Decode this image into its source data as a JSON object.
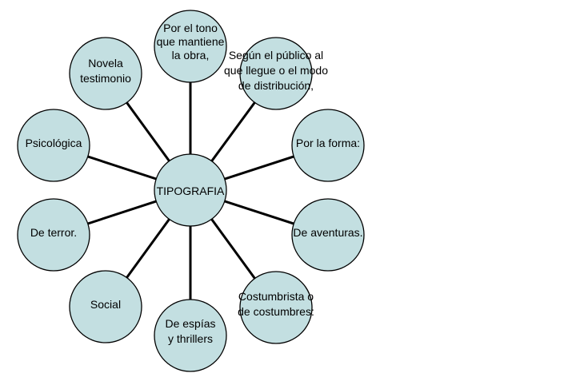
{
  "diagram": {
    "type": "radial-concept-map",
    "colors": {
      "node_fill": "#c3dfe1",
      "node_stroke": "#000000",
      "connector": "#000000",
      "text": "#000000"
    },
    "center": {
      "id": "center",
      "lines": [
        "TIPOGRAFIA"
      ]
    },
    "nodes": [
      {
        "id": "tono",
        "lines": [
          "Por el tono",
          "que mantiene",
          "la obra,"
        ]
      },
      {
        "id": "publico",
        "lines": [
          "Según el público al",
          "que llegue o el modo",
          "de distribución,"
        ]
      },
      {
        "id": "forma",
        "lines": [
          "Por la forma:"
        ]
      },
      {
        "id": "aventuras",
        "lines": [
          "De aventuras."
        ]
      },
      {
        "id": "costumbrista",
        "lines": [
          "Costumbrista o",
          "de costumbres:"
        ]
      },
      {
        "id": "espias",
        "lines": [
          "De espías",
          "y thrillers"
        ]
      },
      {
        "id": "social",
        "lines": [
          "Social"
        ]
      },
      {
        "id": "terror",
        "lines": [
          "De terror."
        ]
      },
      {
        "id": "psicologica",
        "lines": [
          "Psicológica"
        ]
      },
      {
        "id": "testimonio",
        "lines": [
          "Novela",
          "testimonio"
        ]
      }
    ]
  }
}
